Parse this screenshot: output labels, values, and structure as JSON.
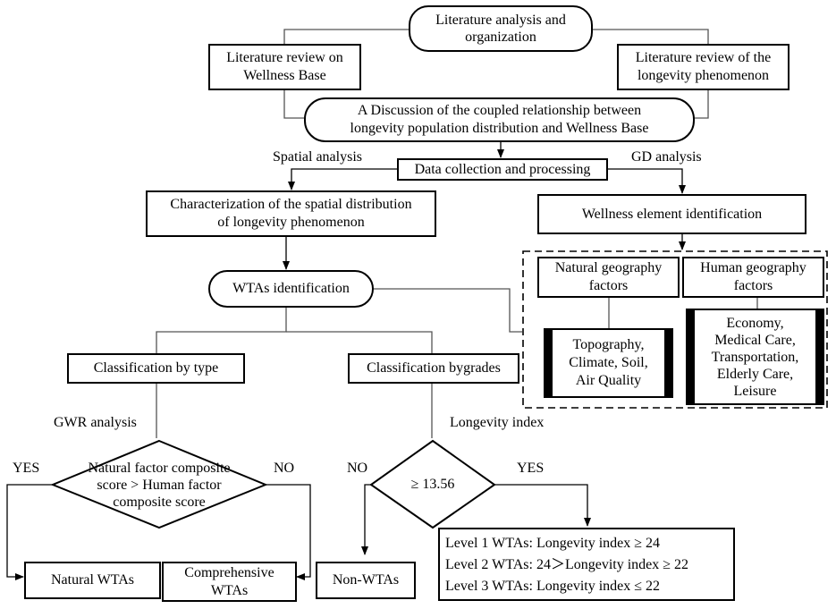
{
  "nodes": {
    "literature_analysis": [
      "Literature analysis and",
      "organization"
    ],
    "review_wellness": [
      "Literature review on",
      "Wellness Base"
    ],
    "review_longevity": [
      "Literature review of the",
      "longevity phenomenon"
    ],
    "discussion": [
      "A Discussion of the coupled relationship between",
      "longevity population distribution and  Wellness Base"
    ],
    "data_collection": "Data collection and processing",
    "characterization": [
      "Characterization of the spatial distribution",
      "of longevity phenomenon"
    ],
    "wellness_identification": "Wellness element identification",
    "natural_factors": [
      "Natural geography",
      "factors"
    ],
    "human_factors": [
      "Human geography",
      "factors"
    ],
    "natural_list": [
      "Topography,",
      "Climate, Soil,",
      "Air Quality"
    ],
    "human_list": [
      "Economy,",
      "Medical Care,",
      "Transportation,",
      "Elderly Care,",
      "Leisure"
    ],
    "wtas_identification": "WTAs identification",
    "class_type": "Classification by type",
    "class_grades": "Classification bygrades",
    "decision_type": [
      "Natural factor composite",
      "score > Human factor",
      "composite score"
    ],
    "decision_grade": "≥ 13.56",
    "natural_wtas": "Natural WTAs",
    "comprehensive_wtas": [
      "Comprehensive",
      "WTAs"
    ],
    "non_wtas": "Non-WTAs",
    "levels": [
      "Level 1 WTAs: Longevity index ≥ 24",
      "Level 2 WTAs: 24＞Longevity index ≥ 22",
      "Level 3 WTAs: Longevity index ≤ 22"
    ]
  },
  "labels": {
    "spatial_analysis": "Spatial  analysis",
    "gd_analysis": "GD analysis",
    "gwr_analysis": "GWR analysis",
    "longevity_index": "Longevity index",
    "yes_left": "YES",
    "no_left": "NO",
    "no_right": "NO",
    "yes_right": "YES"
  }
}
